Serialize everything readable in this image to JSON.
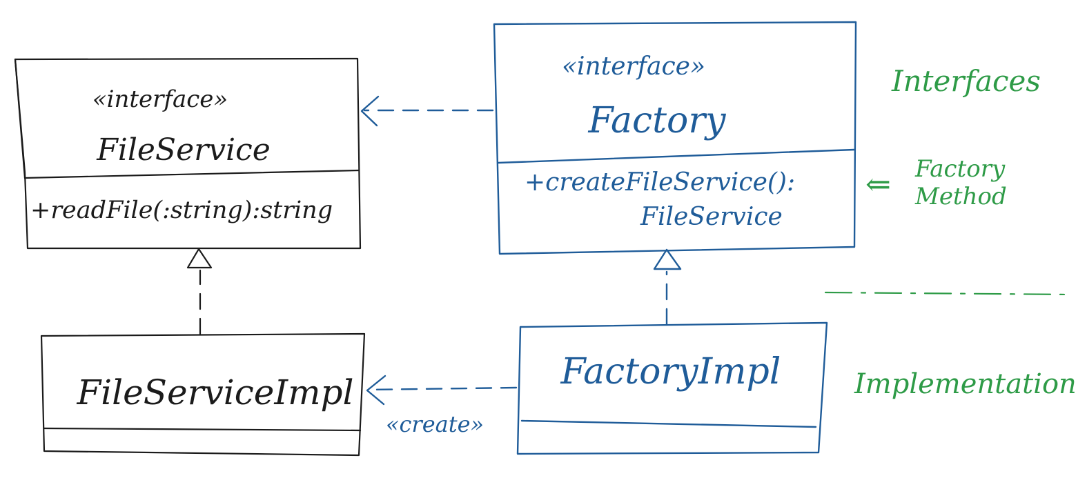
{
  "classes": {
    "file_service": {
      "stereotype": "«interface»",
      "name": "FileService",
      "method": "+readFile(:string):string"
    },
    "factory": {
      "stereotype": "«interface»",
      "name": "Factory",
      "method_line1": "+createFileService():",
      "method_line2": "FileService"
    },
    "file_service_impl": {
      "name": "FileServiceImpl"
    },
    "factory_impl": {
      "name": "FactoryImpl"
    }
  },
  "relations": {
    "create_label": "«create»"
  },
  "annotations": {
    "interfaces": "Interfaces",
    "factory_method_line1": "Factory",
    "factory_method_line2": "Method",
    "factory_method_arrow": "⇐",
    "implementation": "Implementation"
  },
  "colors": {
    "black_ink": "#1b1b1b",
    "blue_ink": "#1f5c99",
    "green_ink": "#2e9b47"
  }
}
